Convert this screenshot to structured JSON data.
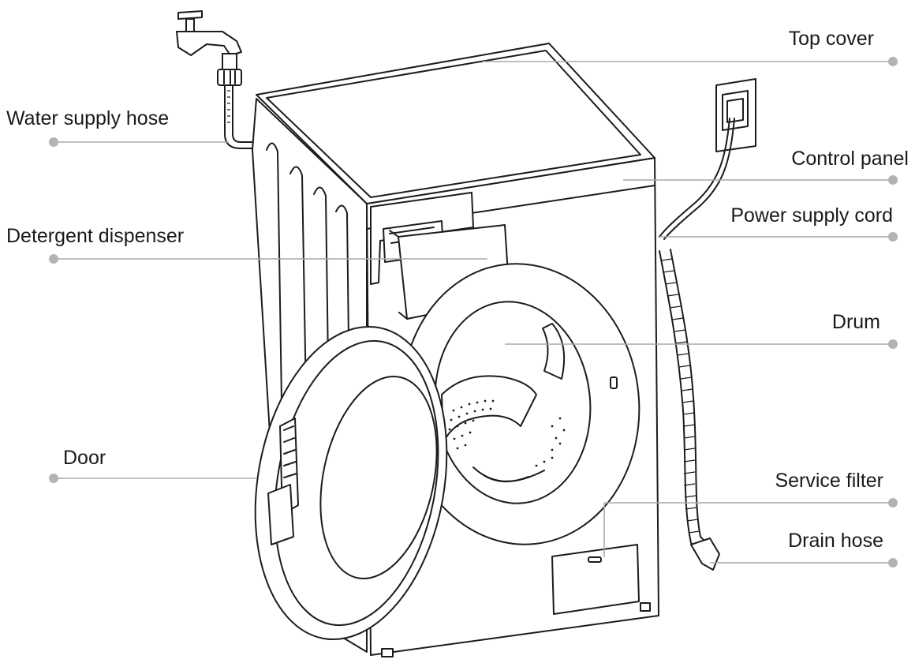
{
  "labels": {
    "top_cover": "Top cover",
    "water_supply_hose": "Water supply hose",
    "control_panel": "Control panel",
    "power_supply_cord": "Power supply cord",
    "detergent_dispenser": "Detergent dispenser",
    "drum": "Drum",
    "door": "Door",
    "service_filter": "Service filter",
    "drain_hose": "Drain hose"
  },
  "colors": {
    "leader_line": "#a8a8a8",
    "leader_dot": "#b3b3b3",
    "outline": "#1c1c1c",
    "text": "#1a1a1a"
  }
}
